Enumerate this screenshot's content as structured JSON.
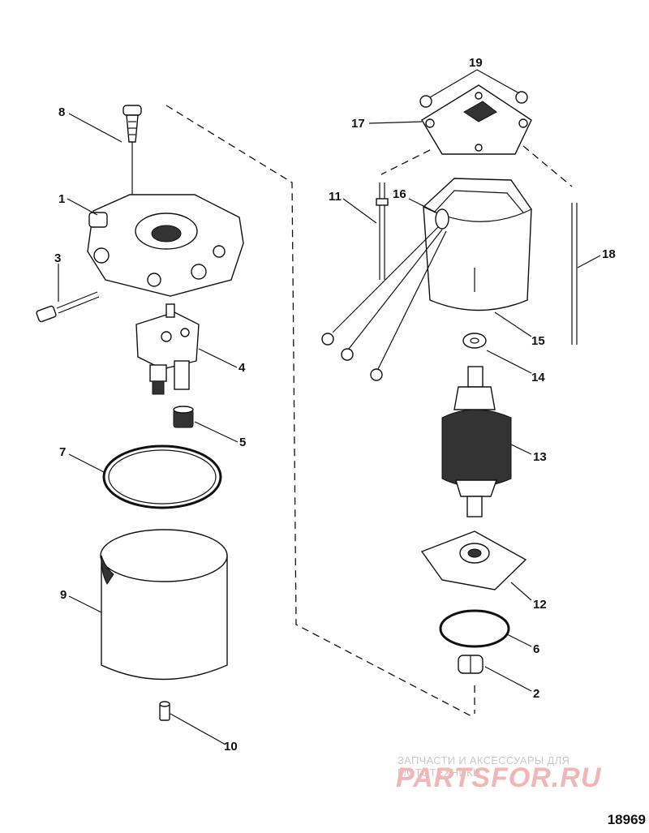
{
  "diagram": {
    "reference_number": "18969",
    "watermark": {
      "caption": "ЗАПЧАСТИ И АКСЕССУАРЫ ДЛЯ МОТОТЕХНИКИ",
      "logo": "PARTSFOR.RU"
    },
    "callouts": [
      {
        "id": "c1",
        "text": "1"
      },
      {
        "id": "c2",
        "text": "2"
      },
      {
        "id": "c3",
        "text": "3"
      },
      {
        "id": "c4",
        "text": "4"
      },
      {
        "id": "c5",
        "text": "5"
      },
      {
        "id": "c6",
        "text": "6"
      },
      {
        "id": "c7",
        "text": "7"
      },
      {
        "id": "c8",
        "text": "8"
      },
      {
        "id": "c9",
        "text": "9"
      },
      {
        "id": "c10",
        "text": "10"
      },
      {
        "id": "c11",
        "text": "11"
      },
      {
        "id": "c12",
        "text": "12"
      },
      {
        "id": "c13",
        "text": "13"
      },
      {
        "id": "c14",
        "text": "14"
      },
      {
        "id": "c15",
        "text": "15"
      },
      {
        "id": "c16",
        "text": "16"
      },
      {
        "id": "c17",
        "text": "17"
      },
      {
        "id": "c18",
        "text": "18"
      },
      {
        "id": "c19",
        "text": "19"
      }
    ]
  }
}
